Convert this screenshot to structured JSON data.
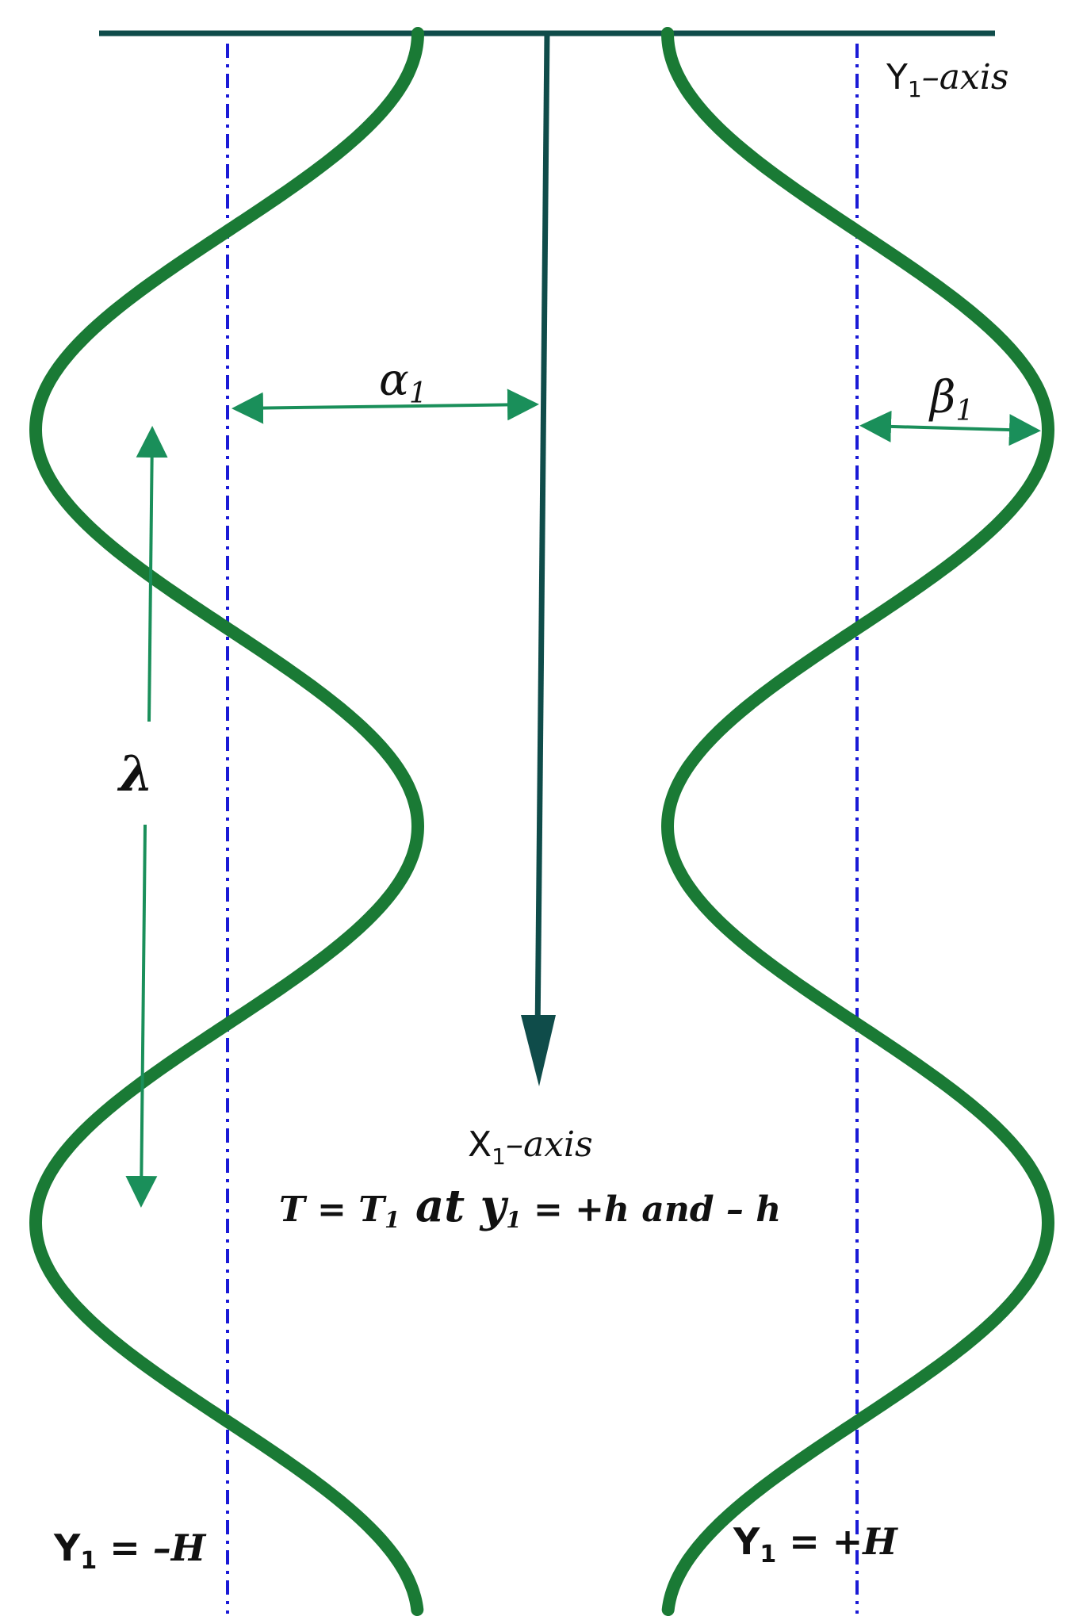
{
  "labels": {
    "y_axis": {
      "main": "Y",
      "sub": "1",
      "suffix": "–axis"
    },
    "x_axis": {
      "main": "X",
      "sub": "1",
      "suffix": "–axis"
    },
    "alpha": {
      "main": "α",
      "sub": "1"
    },
    "beta": {
      "main": "β",
      "sub": "1"
    },
    "lambda": "λ",
    "condition": {
      "t": "T = ",
      "t1_main": "T",
      "t1_sub": "1",
      "at": " at ",
      "y_main": "y",
      "y_sub": "1",
      "rest": " = +h and  – h"
    },
    "left_wall": {
      "main": "Y",
      "sub": "1",
      "rest": " = –H"
    },
    "right_wall": {
      "main": "Y",
      "sub": "1",
      "rest": " = +H"
    }
  },
  "colors": {
    "wall": "#1a7a35",
    "axis": "#0f4c4a",
    "dashed": "#1a1ad6",
    "arrow": "#1a8f5a",
    "text": "#111111"
  }
}
